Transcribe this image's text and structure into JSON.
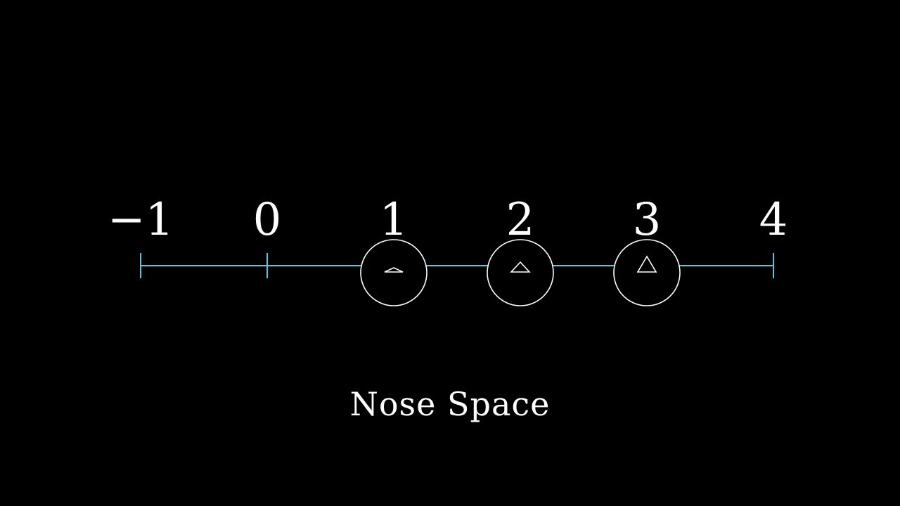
{
  "number_line": {
    "range": [
      -1,
      4
    ],
    "ticks": [
      {
        "value": -1,
        "label": "−1"
      },
      {
        "value": 0,
        "label": "0"
      },
      {
        "value": 1,
        "label": "1"
      },
      {
        "value": 2,
        "label": "2"
      },
      {
        "value": 3,
        "label": "3"
      },
      {
        "value": 4,
        "label": "4"
      }
    ],
    "line_color": "#58c4dd"
  },
  "faces": [
    {
      "position": 1,
      "nose_size": 1
    },
    {
      "position": 2,
      "nose_size": 2
    },
    {
      "position": 3,
      "nose_size": 3
    }
  ],
  "caption": "Nose Space",
  "colors": {
    "background": "#000000",
    "foreground": "#ffffff",
    "axis": "#58c4dd"
  }
}
